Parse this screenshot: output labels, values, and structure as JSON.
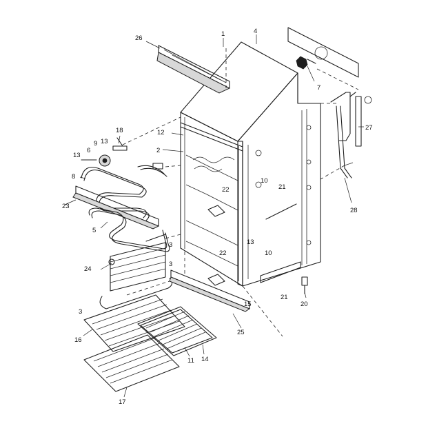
{
  "callouts": [
    {
      "id": "c26",
      "text": "26"
    },
    {
      "id": "c1",
      "text": "1"
    },
    {
      "id": "c4",
      "text": "4"
    },
    {
      "id": "c7",
      "text": "7"
    },
    {
      "id": "c18",
      "text": "18"
    },
    {
      "id": "c9",
      "text": "9"
    },
    {
      "id": "c13a",
      "text": "13"
    },
    {
      "id": "c6",
      "text": "6"
    },
    {
      "id": "c13b",
      "text": "13"
    },
    {
      "id": "c12",
      "text": "12"
    },
    {
      "id": "c2",
      "text": "2"
    },
    {
      "id": "c27",
      "text": "27"
    },
    {
      "id": "c8",
      "text": "8"
    },
    {
      "id": "c22a",
      "text": "22"
    },
    {
      "id": "c10a",
      "text": "10"
    },
    {
      "id": "c21a",
      "text": "21"
    },
    {
      "id": "c23",
      "text": "23"
    },
    {
      "id": "c28",
      "text": "28"
    },
    {
      "id": "c5",
      "text": "5"
    },
    {
      "id": "c13c",
      "text": "13"
    },
    {
      "id": "c3a",
      "text": "3"
    },
    {
      "id": "c22b",
      "text": "22"
    },
    {
      "id": "c10b",
      "text": "10"
    },
    {
      "id": "c24",
      "text": "24"
    },
    {
      "id": "c3b",
      "text": "3"
    },
    {
      "id": "c21b",
      "text": "21"
    },
    {
      "id": "c15",
      "text": "15"
    },
    {
      "id": "c20",
      "text": "20"
    },
    {
      "id": "c3c",
      "text": "3"
    },
    {
      "id": "c25",
      "text": "25"
    },
    {
      "id": "c16",
      "text": "16"
    },
    {
      "id": "c11",
      "text": "11"
    },
    {
      "id": "c14",
      "text": "14"
    },
    {
      "id": "c17",
      "text": "17"
    }
  ]
}
